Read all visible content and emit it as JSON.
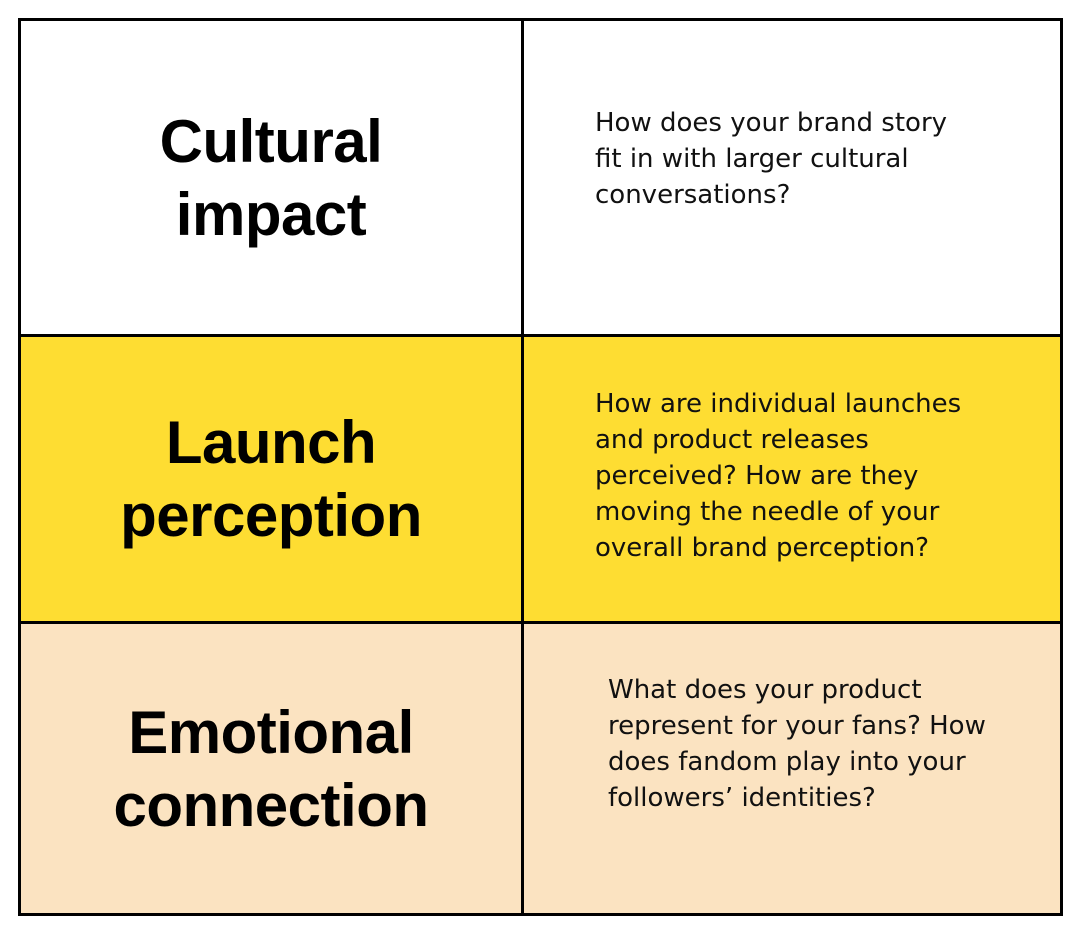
{
  "colors": {
    "row1_bg": "#ffffff",
    "row2_bg": "#fedd32",
    "row3_bg": "#fbe3c1",
    "border": "#000000"
  },
  "rows": [
    {
      "heading_lines": [
        "Cultural",
        "impact"
      ],
      "text_lines": [
        "How does your brand story",
        "fit in with larger cultural",
        "conversations?"
      ]
    },
    {
      "heading_lines": [
        "Launch",
        "perception"
      ],
      "text_lines": [
        "How are individual launches",
        "and product releases",
        "perceived? How are they",
        "moving the needle of your",
        "overall brand perception?"
      ]
    },
    {
      "heading_lines": [
        "Emotional",
        "connection"
      ],
      "text_lines": [
        "What does your product",
        "represent for your fans? How",
        "does fandom play into your",
        "followers’ identities?"
      ]
    }
  ]
}
